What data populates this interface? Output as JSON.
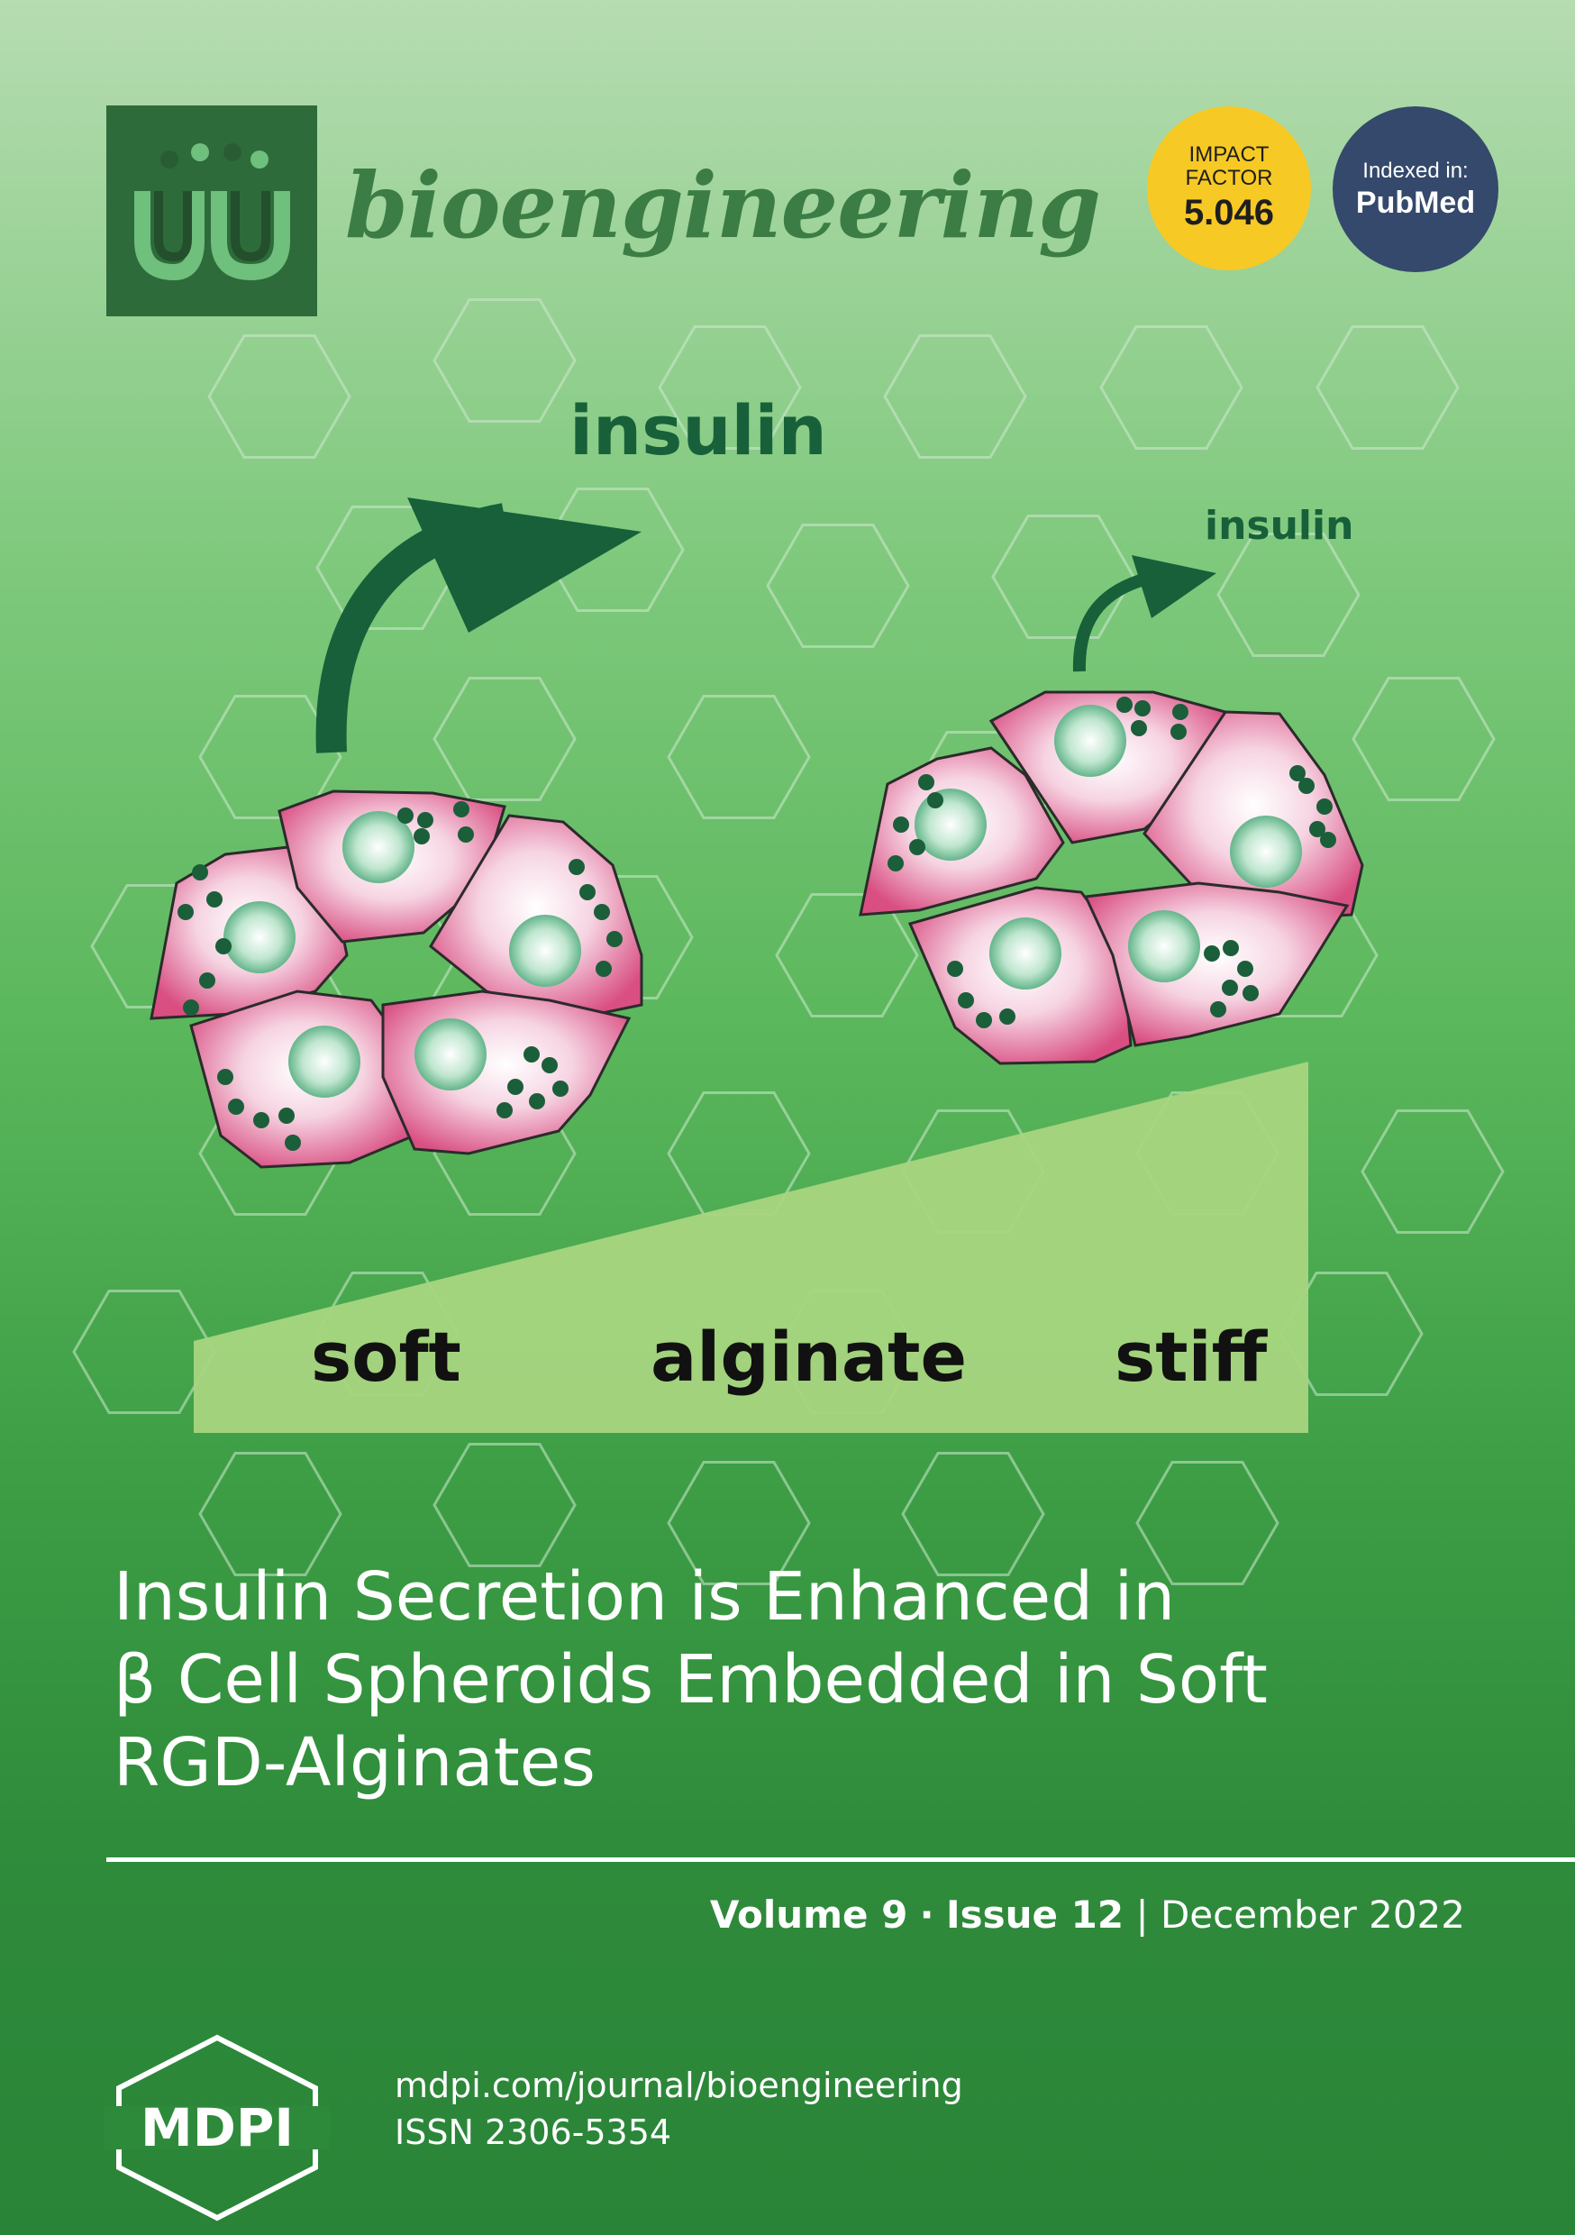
{
  "journal": {
    "name": "bioengineering",
    "impact_factor": {
      "line1": "IMPACT",
      "line2": "FACTOR",
      "value": "5.046"
    },
    "indexed": {
      "line1": "Indexed in:",
      "line2": "PubMed"
    }
  },
  "artwork": {
    "insulin_large": "insulin",
    "insulin_small": "insulin",
    "gradient_labels": {
      "left": "soft",
      "middle": "alginate",
      "right": "stiff"
    }
  },
  "article": {
    "title_lines": [
      "Insulin Secretion is Enhanced in",
      "β Cell Spheroids Embedded in Soft",
      "RGD-Alginates"
    ]
  },
  "issue": {
    "volume": "Volume 9",
    "sep1": "·",
    "issue": "Issue 12",
    "sep2": "|",
    "date": "December 2022"
  },
  "publisher": {
    "logo_text": "MDPI",
    "url": "mdpi.com/journal/bioengineering",
    "issn": "ISSN 2306-5354"
  },
  "colors": {
    "logo_box": "#2e6b3a",
    "journal_name": "#3b7d45",
    "impact_badge": "#f7c925",
    "pubmed_badge": "#34496b",
    "arrow": "#17603a",
    "cell_pink": "#d94f82",
    "nucleus": "#5fb889",
    "granule": "#1b5e3a",
    "wedge": "#a8d57f"
  }
}
